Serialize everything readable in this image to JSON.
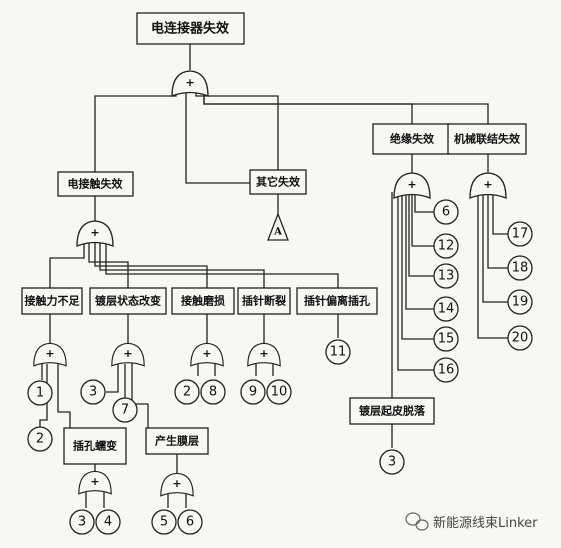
{
  "tree": {
    "top": "电连接器失效",
    "electrical_contact": "电接触失效",
    "other": "其它失效",
    "transfer": "A",
    "insulation": "绝缘失效",
    "mechanical_link": "机械联结失效",
    "insufficient_force": "接触力不足",
    "coating_change": "镀层状态改变",
    "contact_wear": "接触磨损",
    "pin_break": "插针断裂",
    "pin_offset": "插针偏离插孔",
    "socket_deform": "插孔蠕变",
    "film_form": "产生膜层",
    "coating_peel": "镀层起皮脱落"
  },
  "events": {
    "e1": "1",
    "e2": "2",
    "e3": "3",
    "e7": "7",
    "e2b": "2",
    "e8": "8",
    "e9": "9",
    "e10": "10",
    "e11": "11",
    "e3b": "3",
    "e4": "4",
    "e5": "5",
    "e6b": "6",
    "i6": "6",
    "i12": "12",
    "i13": "13",
    "i14": "14",
    "i15": "15",
    "i16": "16",
    "i3": "3",
    "m17": "17",
    "m18": "18",
    "m19": "19",
    "m20": "20"
  },
  "gate_symbol": "+",
  "watermark": "新能源线束Linker"
}
